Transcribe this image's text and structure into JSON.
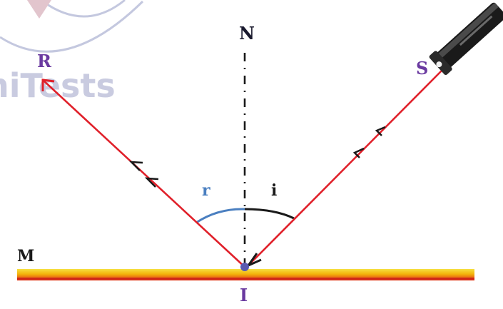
{
  "labels": {
    "normal": "N",
    "source": "S",
    "reflected": "R",
    "incident_angle": "i",
    "reflected_angle": "r",
    "mirror": "M",
    "incidence_point": "I"
  },
  "watermark": {
    "text": "niTests"
  },
  "colors": {
    "ray": "#e0202a",
    "mirror_top": "#f2d400",
    "mirror_bottom": "#e23a1a",
    "normal_line": "#1a1a1a",
    "label_purple": "#6a3aa0",
    "label_dark": "#1a1a2e",
    "angle_r": "#4a7fc0",
    "angle_i": "#1a1a1a",
    "watermark": "#c9cbe0",
    "watermark_logo": "#b8bcd8",
    "watermark_diamond": "#e2c5cd"
  }
}
